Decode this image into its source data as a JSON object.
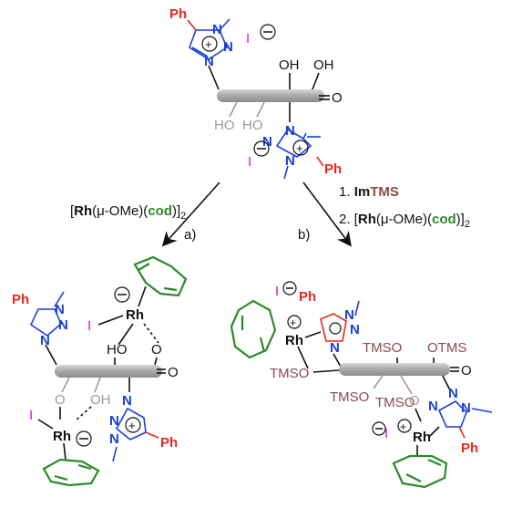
{
  "start": {
    "phenyl": "Ph",
    "iodide": "I",
    "hydroxyls": [
      "OH",
      "OH",
      "HO",
      "HO"
    ],
    "carbonyl_o": "O",
    "phenyl_2": "Ph",
    "iodide_2": "I"
  },
  "path_a": {
    "label": "a)",
    "reagent_rh": "Rh",
    "reagent_mid": "(μ-OMe)(",
    "reagent_cod": "cod",
    "reagent_end": ")]",
    "subscript": "2"
  },
  "path_b": {
    "label": "b)",
    "step1_num": "1.",
    "step1_im": "Im",
    "step1_tms": "TMS",
    "step2_num": "2.",
    "step2_rh": "Rh",
    "step2_mid": "(μ-OMe)(",
    "step2_cod": "cod",
    "step2_end": ")]",
    "subscript": "2"
  },
  "product_a": {
    "phenyl": "Ph",
    "iodide_top": "I",
    "rh_top": "Rh",
    "ho": "HO",
    "o_bridge": "O",
    "carbonyl_o": "O",
    "o_lower": "O",
    "oh_lower": "OH",
    "iodide_bottom": "I",
    "rh_bottom": "Rh",
    "phenyl_2": "Ph"
  },
  "product_b": {
    "iodide_top": "I",
    "phenyl": "Ph",
    "rh_top": "Rh",
    "tms_o": [
      "TMSO",
      "OTMS",
      "TMSO",
      "TMSO",
      "TMSO"
    ],
    "carbonyl_o": "O",
    "o_lower": "O",
    "iodide_bottom": "I",
    "rh_bottom": "Rh",
    "phenyl_2": "Ph"
  },
  "colors": {
    "phenyl": "#e8271f",
    "nitrogen": "#1a3fd8",
    "iodide": "#c51ac5",
    "cod": "#2a8a2a",
    "tms": "#8a4b4b",
    "oxygen_gray": "#9a9a9a"
  }
}
